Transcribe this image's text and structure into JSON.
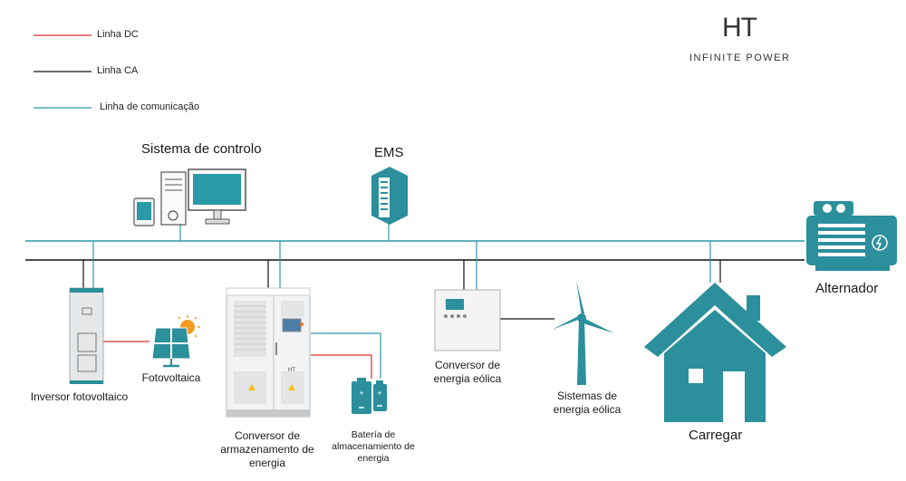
{
  "legend": {
    "dc_label": "Linha DC",
    "ac_label": "Linha CA",
    "comm_label": "Linha de comunicação"
  },
  "brand": {
    "mark": "HT",
    "tagline": "INFINITE POWER"
  },
  "nodes": {
    "control_system": "Sistema de controlo",
    "ems": "EMS",
    "generator": "Alternador",
    "pv_inverter": "Inversor fotovoltaico",
    "photovoltaic": "Fotovoltaica",
    "storage_converter": "Conversor de armazenamento de energia",
    "battery": "Batería de almacenamiento de energia",
    "wind_converter": "Conversor de energia eólica",
    "wind_systems": "Sistemas de energia eólica",
    "load": "Carregar"
  },
  "equipment_text": {
    "storage_logo": "HT"
  },
  "colors": {
    "dc_line": "#d9302c",
    "ac_line": "#111111",
    "comm_line": "#2a9aa8",
    "teal": "#2b8f9c"
  }
}
